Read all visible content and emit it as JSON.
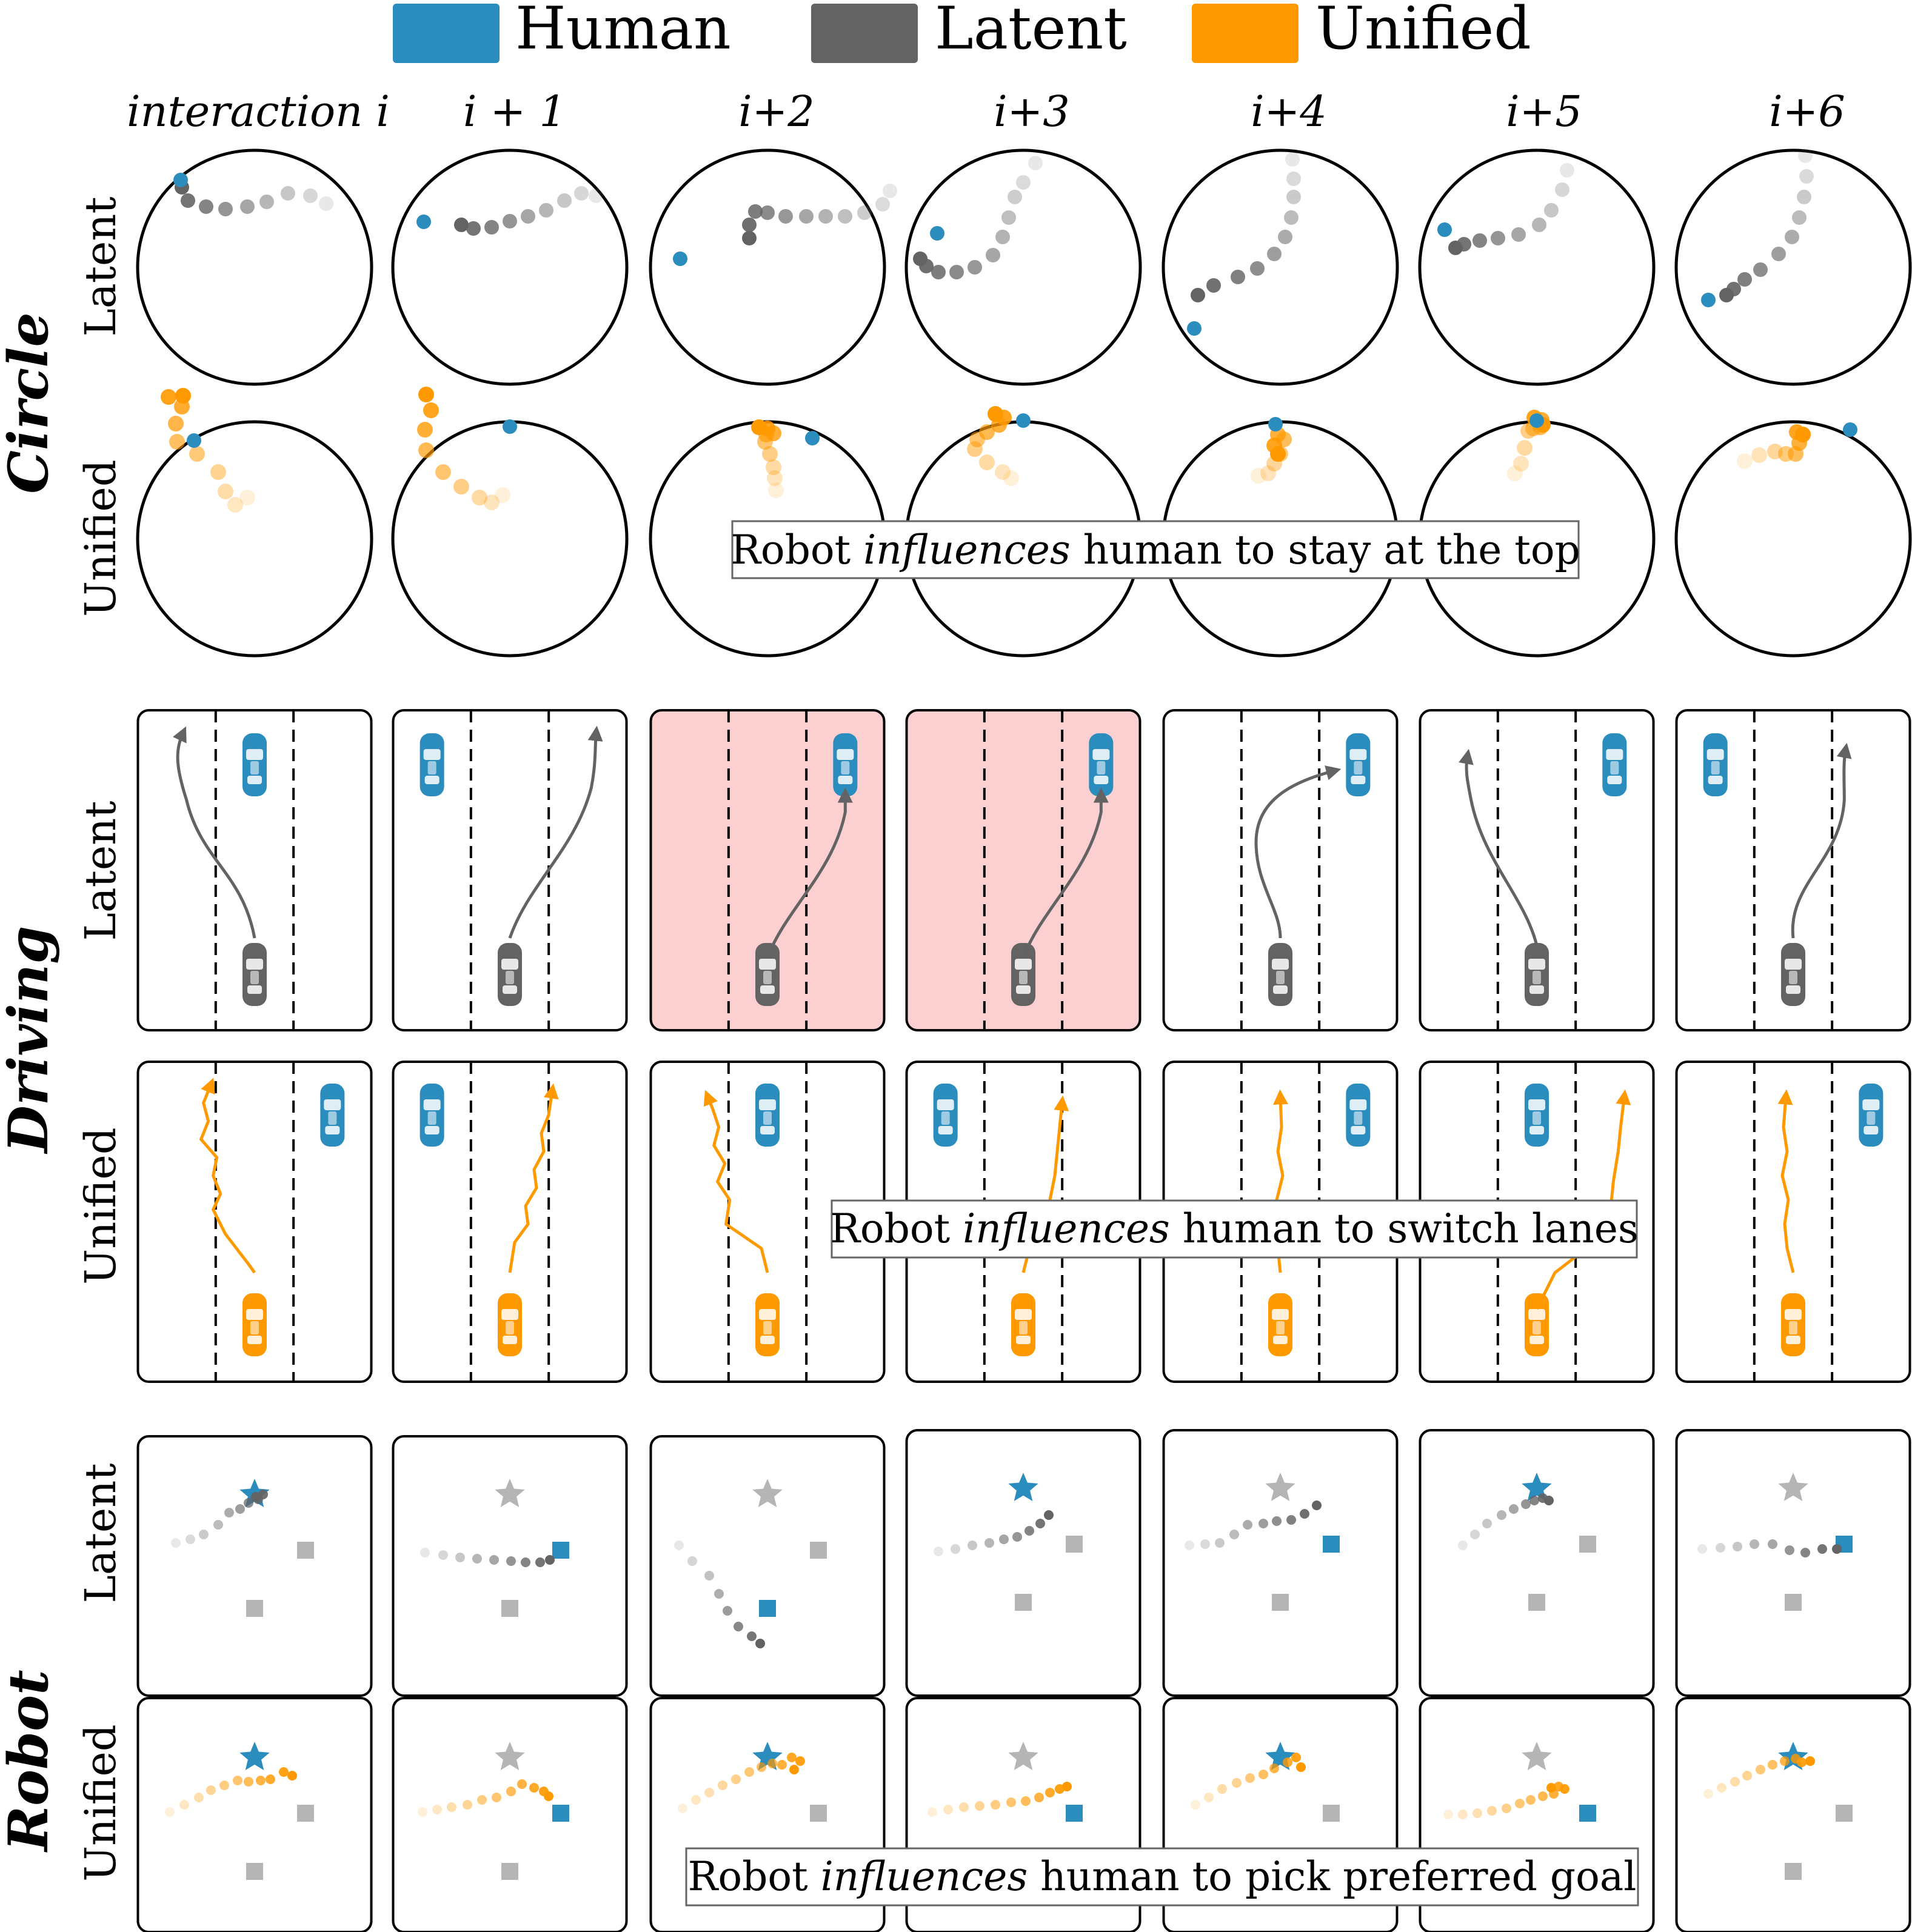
{
  "legend": [
    {
      "label": "Human",
      "color": "#2b8cbe"
    },
    {
      "label": "Latent",
      "color": "#636363"
    },
    {
      "label": "Unified",
      "color": "#ff9900"
    }
  ],
  "columns": [
    "interaction i",
    "i + 1",
    "i+2",
    "i+3",
    "i+4",
    "i+5",
    "i+6"
  ],
  "sections": [
    {
      "label": "Circle",
      "rows": [
        "Latent",
        "Unified"
      ]
    },
    {
      "label": "Driving",
      "rows": [
        "Latent",
        "Unified"
      ]
    },
    {
      "label": "Robot",
      "rows": [
        "Latent",
        "Unified"
      ]
    }
  ],
  "annotations": {
    "circle": {
      "prefix": "Robot ",
      "emph": "influences",
      "suffix": " human to stay at the top"
    },
    "driving": {
      "prefix": "Robot ",
      "emph": "influences",
      "suffix": " human to switch lanes"
    },
    "robot": {
      "prefix": "Robot ",
      "emph": "influences",
      "suffix": " human to pick preferred goal"
    }
  },
  "colors": {
    "human": "#2b8cbe",
    "latent": "#636363",
    "unified": "#ff9900",
    "highlight": "#fcd0d0",
    "goal_inactive": "#b5b5b5"
  },
  "icons": [
    "car-icon",
    "star-icon",
    "square-goal-icon",
    "arrow-head-icon"
  ]
}
